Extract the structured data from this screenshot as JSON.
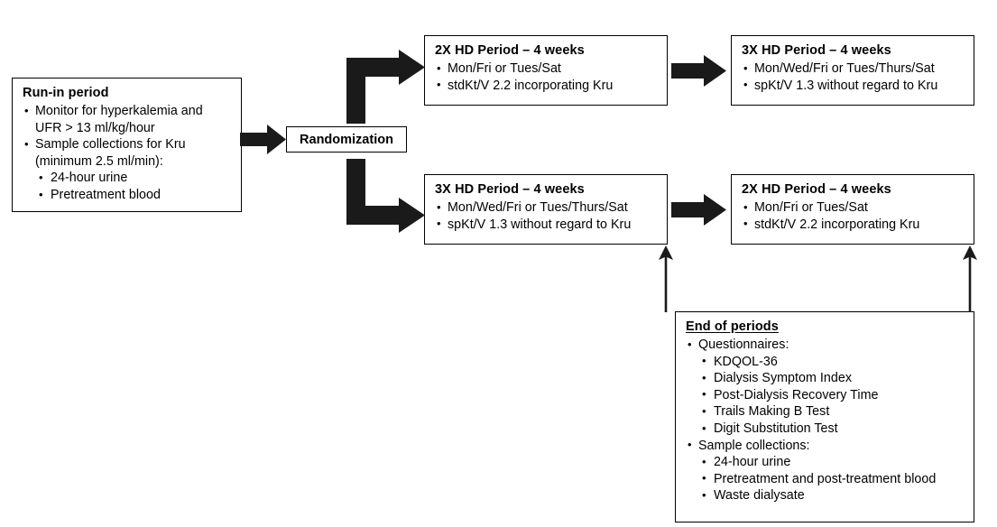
{
  "diagram": {
    "title": "Crossover hemodialysis trial flow diagram",
    "accent_color": "#1a1a1a",
    "background_color": "#ffffff"
  },
  "run_in": {
    "heading": "Run-in period",
    "items": [
      {
        "text": "Monitor for hyperkalemia and",
        "continuation": "UFR > 13 ml/kg/hour"
      },
      {
        "text": "Sample collections for Kru",
        "continuation": "(minimum 2.5 ml/min):"
      }
    ],
    "sub_items": [
      "24-hour urine",
      "Pretreatment blood"
    ]
  },
  "randomization": {
    "label": "Randomization"
  },
  "periods": [
    {
      "id": "period-1",
      "heading": "2X HD Period – 4 weeks",
      "items": [
        "Mon/Fri or Tues/Sat",
        "stdKt/V 2.2 incorporating Kru"
      ]
    },
    {
      "id": "period-2",
      "heading": "3X HD Period – 4 weeks",
      "items": [
        "Mon/Wed/Fri or Tues/Thurs/Sat",
        "spKt/V 1.3 without regard to Kru"
      ]
    },
    {
      "id": "period-3",
      "heading": "3X HD Period – 4 weeks",
      "items": [
        "Mon/Wed/Fri or Tues/Thurs/Sat",
        "spKt/V 1.3 without regard to Kru"
      ]
    },
    {
      "id": "period-4",
      "heading": "2X HD Period – 4 weeks",
      "items": [
        "Mon/Fri or Tues/Sat",
        "stdKt/V 2.2 incorporating Kru"
      ]
    }
  ],
  "end_of_periods": {
    "heading": "End of periods",
    "groups": [
      {
        "label": "Questionnaires:",
        "items": [
          "KDQOL-36",
          "Dialysis Symptom Index",
          "Post-Dialysis Recovery Time",
          "Trails Making B Test",
          "Digit Substitution Test"
        ]
      },
      {
        "label": "Sample collections:",
        "items": [
          "24-hour urine",
          "Pretreatment and post-treatment blood",
          "Waste dialysate"
        ]
      }
    ]
  },
  "connectors": [
    {
      "name": "runin-to-randomization",
      "style": "block-arrow",
      "direction": "right"
    },
    {
      "name": "randomization-to-period-1",
      "style": "block-elbow-arrow",
      "direction": "up-right"
    },
    {
      "name": "randomization-to-period-3",
      "style": "block-elbow-arrow",
      "direction": "down-right"
    },
    {
      "name": "period-1-to-period-2",
      "style": "block-arrow",
      "direction": "right"
    },
    {
      "name": "period-3-to-period-4",
      "style": "block-arrow",
      "direction": "right"
    },
    {
      "name": "end-of-periods-to-period-3",
      "style": "line-arrow",
      "direction": "up"
    },
    {
      "name": "end-of-periods-to-period-4",
      "style": "line-arrow",
      "direction": "up"
    }
  ]
}
